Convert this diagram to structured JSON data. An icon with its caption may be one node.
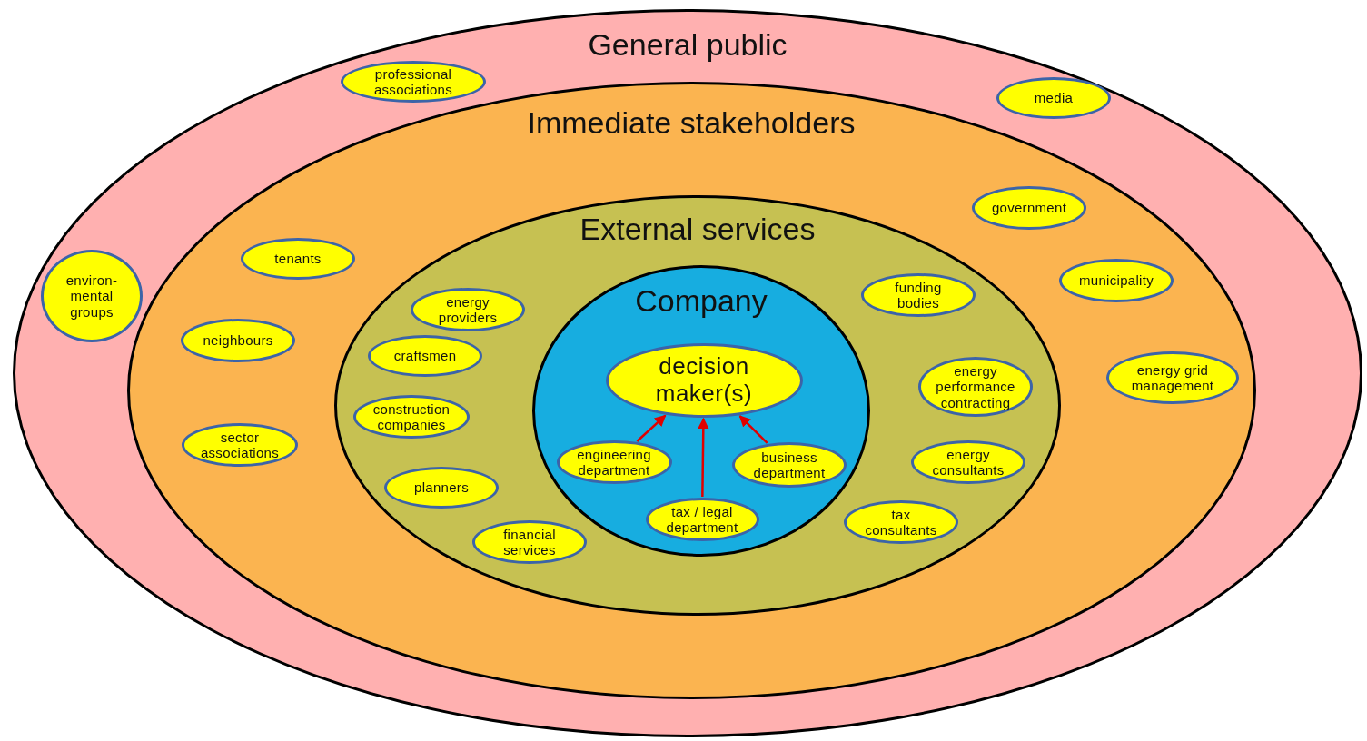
{
  "diagram": {
    "nodes": [
      {
        "text": [
          "General public"
        ]
      },
      {
        "text": [
          "Immediate stakeholders"
        ],
        "in": 0
      },
      {
        "text": [
          "External services"
        ],
        "in": 1
      },
      {
        "text": [
          "Company"
        ],
        "in": 2
      },
      {
        "text": [
          "decision maker(s)"
        ],
        "in": 3
      },
      {
        "text": [
          "engineering department"
        ],
        "in": 3
      },
      {
        "text": [
          "tax / legal department"
        ],
        "in": 3
      },
      {
        "text": [
          "business department"
        ],
        "in": 3
      },
      {
        "text": [
          "professional associations"
        ],
        "in": 0
      },
      {
        "text": [
          "media"
        ],
        "in": 0
      },
      {
        "text": [
          "environ-mental groups"
        ],
        "in": 0
      },
      {
        "text": [
          "tenants"
        ],
        "in": 1
      },
      {
        "text": [
          "neighbours"
        ],
        "in": 1
      },
      {
        "text": [
          "sector associations"
        ],
        "in": 1
      },
      {
        "text": [
          "government"
        ],
        "in": 1
      },
      {
        "text": [
          "municipality"
        ],
        "in": 1
      },
      {
        "text": [
          "energy grid management"
        ],
        "in": 1
      },
      {
        "text": [
          "energy providers"
        ],
        "in": 2
      },
      {
        "text": [
          "craftsmen"
        ],
        "in": 2
      },
      {
        "text": [
          "construction companies"
        ],
        "in": 2
      },
      {
        "text": [
          "planners"
        ],
        "in": 2
      },
      {
        "text": [
          "financial services"
        ],
        "in": 2
      },
      {
        "text": [
          "funding bodies"
        ],
        "in": 2
      },
      {
        "text": [
          "energy performance contracting"
        ],
        "in": 2
      },
      {
        "text": [
          "energy consultants"
        ],
        "in": 2
      },
      {
        "text": [
          "tax consultants"
        ],
        "in": 2
      }
    ],
    "edges": [
      {
        "from": 5,
        "to": 4,
        "arrow": "to"
      },
      {
        "from": 6,
        "to": 4,
        "arrow": "to"
      },
      {
        "from": 7,
        "to": 4,
        "arrow": "to"
      }
    ]
  }
}
